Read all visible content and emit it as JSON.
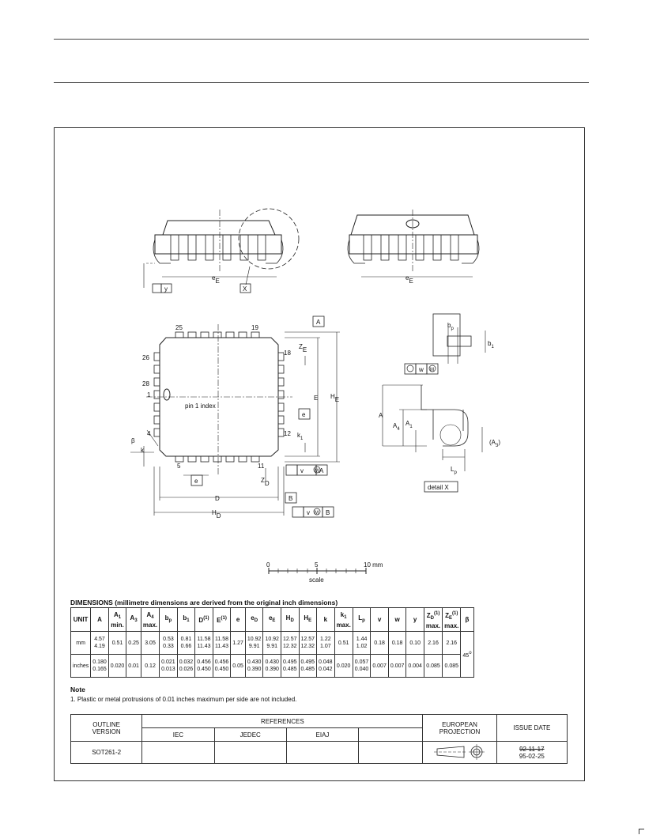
{
  "drawing": {
    "labels": {
      "eE": "e",
      "eE_sub": "E",
      "y": "y",
      "X": "X",
      "pin25": "25",
      "pin19": "19",
      "pin26": "26",
      "pin18": "18",
      "pin28": "28",
      "pin1": "1",
      "pin4": "4",
      "pin12": "12",
      "pin5": "5",
      "pin11": "11",
      "pin1_index": "pin 1 index",
      "A_box": "A",
      "B_box": "B",
      "ZE": "Z",
      "ZE_sub": "E",
      "E": "E",
      "HE": "H",
      "HE_sub": "E",
      "e": "e",
      "k1": "k",
      "k1_sub": "1",
      "beta": "β",
      "k": "k",
      "D": "D",
      "HD": "H",
      "HD_sub": "D",
      "ZD": "Z",
      "ZD_sub": "D",
      "v": "v",
      "M": "M",
      "bp": "b",
      "bp_sub": "p",
      "b1": "b",
      "b1_sub": "1",
      "w": "w",
      "A": "A",
      "A4": "A",
      "A4_sub": "4",
      "A1": "A",
      "A1_sub": "1",
      "A3": "(A",
      "A3_sub": "3",
      "A3_close": ")",
      "Lp": "L",
      "Lp_sub": "p",
      "detail": "detail X"
    },
    "scale": {
      "t0": "0",
      "t5": "5",
      "t10": "10 mm",
      "caption": "scale"
    }
  },
  "dimensions": {
    "title": "DIMENSIONS (millimetre dimensions are derived from the original inch dimensions)",
    "headers": [
      {
        "m": "UNIT",
        "s": "",
        "sup": "",
        "b": ""
      },
      {
        "m": "A",
        "s": "",
        "sup": "",
        "b": ""
      },
      {
        "m": "A",
        "s": "1",
        "sup": "",
        "b": "min."
      },
      {
        "m": "A",
        "s": "3",
        "sup": "",
        "b": ""
      },
      {
        "m": "A",
        "s": "4",
        "sup": "",
        "b": "max."
      },
      {
        "m": "b",
        "s": "p",
        "sup": "",
        "b": ""
      },
      {
        "m": "b",
        "s": "1",
        "sup": "",
        "b": ""
      },
      {
        "m": "D",
        "s": "",
        "sup": "(1)",
        "b": ""
      },
      {
        "m": "E",
        "s": "",
        "sup": "(1)",
        "b": ""
      },
      {
        "m": "e",
        "s": "",
        "sup": "",
        "b": ""
      },
      {
        "m": "e",
        "s": "D",
        "sup": "",
        "b": ""
      },
      {
        "m": "e",
        "s": "E",
        "sup": "",
        "b": ""
      },
      {
        "m": "H",
        "s": "D",
        "sup": "",
        "b": ""
      },
      {
        "m": "H",
        "s": "E",
        "sup": "",
        "b": ""
      },
      {
        "m": "k",
        "s": "",
        "sup": "",
        "b": ""
      },
      {
        "m": "k",
        "s": "1",
        "sup": "",
        "b": "max."
      },
      {
        "m": "L",
        "s": "p",
        "sup": "",
        "b": ""
      },
      {
        "m": "v",
        "s": "",
        "sup": "",
        "b": ""
      },
      {
        "m": "w",
        "s": "",
        "sup": "",
        "b": ""
      },
      {
        "m": "y",
        "s": "",
        "sup": "",
        "b": ""
      },
      {
        "m": "Z",
        "s": "D",
        "sup": "(1)",
        "b": "max."
      },
      {
        "m": "Z",
        "s": "E",
        "sup": "(1)",
        "b": "max."
      },
      {
        "m": "β",
        "s": "",
        "sup": "",
        "b": ""
      }
    ],
    "rows": [
      [
        "mm",
        "4.57\n4.19",
        "0.51",
        "0.25",
        "3.05",
        "0.53\n0.33",
        "0.81\n0.66",
        "11.58\n11.43",
        "11.58\n11.43",
        "1.27",
        "10.92\n9.91",
        "10.92\n9.91",
        "12.57\n12.32",
        "12.57\n12.32",
        "1.22\n1.07",
        "0.51",
        "1.44\n1.02",
        "0.18",
        "0.18",
        "0.10",
        "2.16",
        "2.16"
      ],
      [
        "inches",
        "0.180\n0.165",
        "0.020",
        "0.01",
        "0.12",
        "0.021\n0.013",
        "0.032\n0.026",
        "0.456\n0.450",
        "0.456\n0.450",
        "0.05",
        "0.430\n0.390",
        "0.430\n0.390",
        "0.495\n0.485",
        "0.495\n0.485",
        "0.048\n0.042",
        "0.020",
        "0.057\n0.040",
        "0.007",
        "0.007",
        "0.004",
        "0.085",
        "0.085"
      ]
    ],
    "beta": "45",
    "beta_unit": "o"
  },
  "note": {
    "title": "Note",
    "text": "1. Plastic or metal protrusions of 0.01 inches maximum per side are not included."
  },
  "outline": {
    "version_label": "OUTLINE\nVERSION",
    "references_label": "REFERENCES",
    "iec": "IEC",
    "jedec": "JEDEC",
    "eiaj": "EIAJ",
    "projection_label": "EUROPEAN\nPROJECTION",
    "issue_label": "ISSUE DATE",
    "version": "SOT261-2",
    "date_old": "92-11-17",
    "date_new": "95-02-25"
  }
}
